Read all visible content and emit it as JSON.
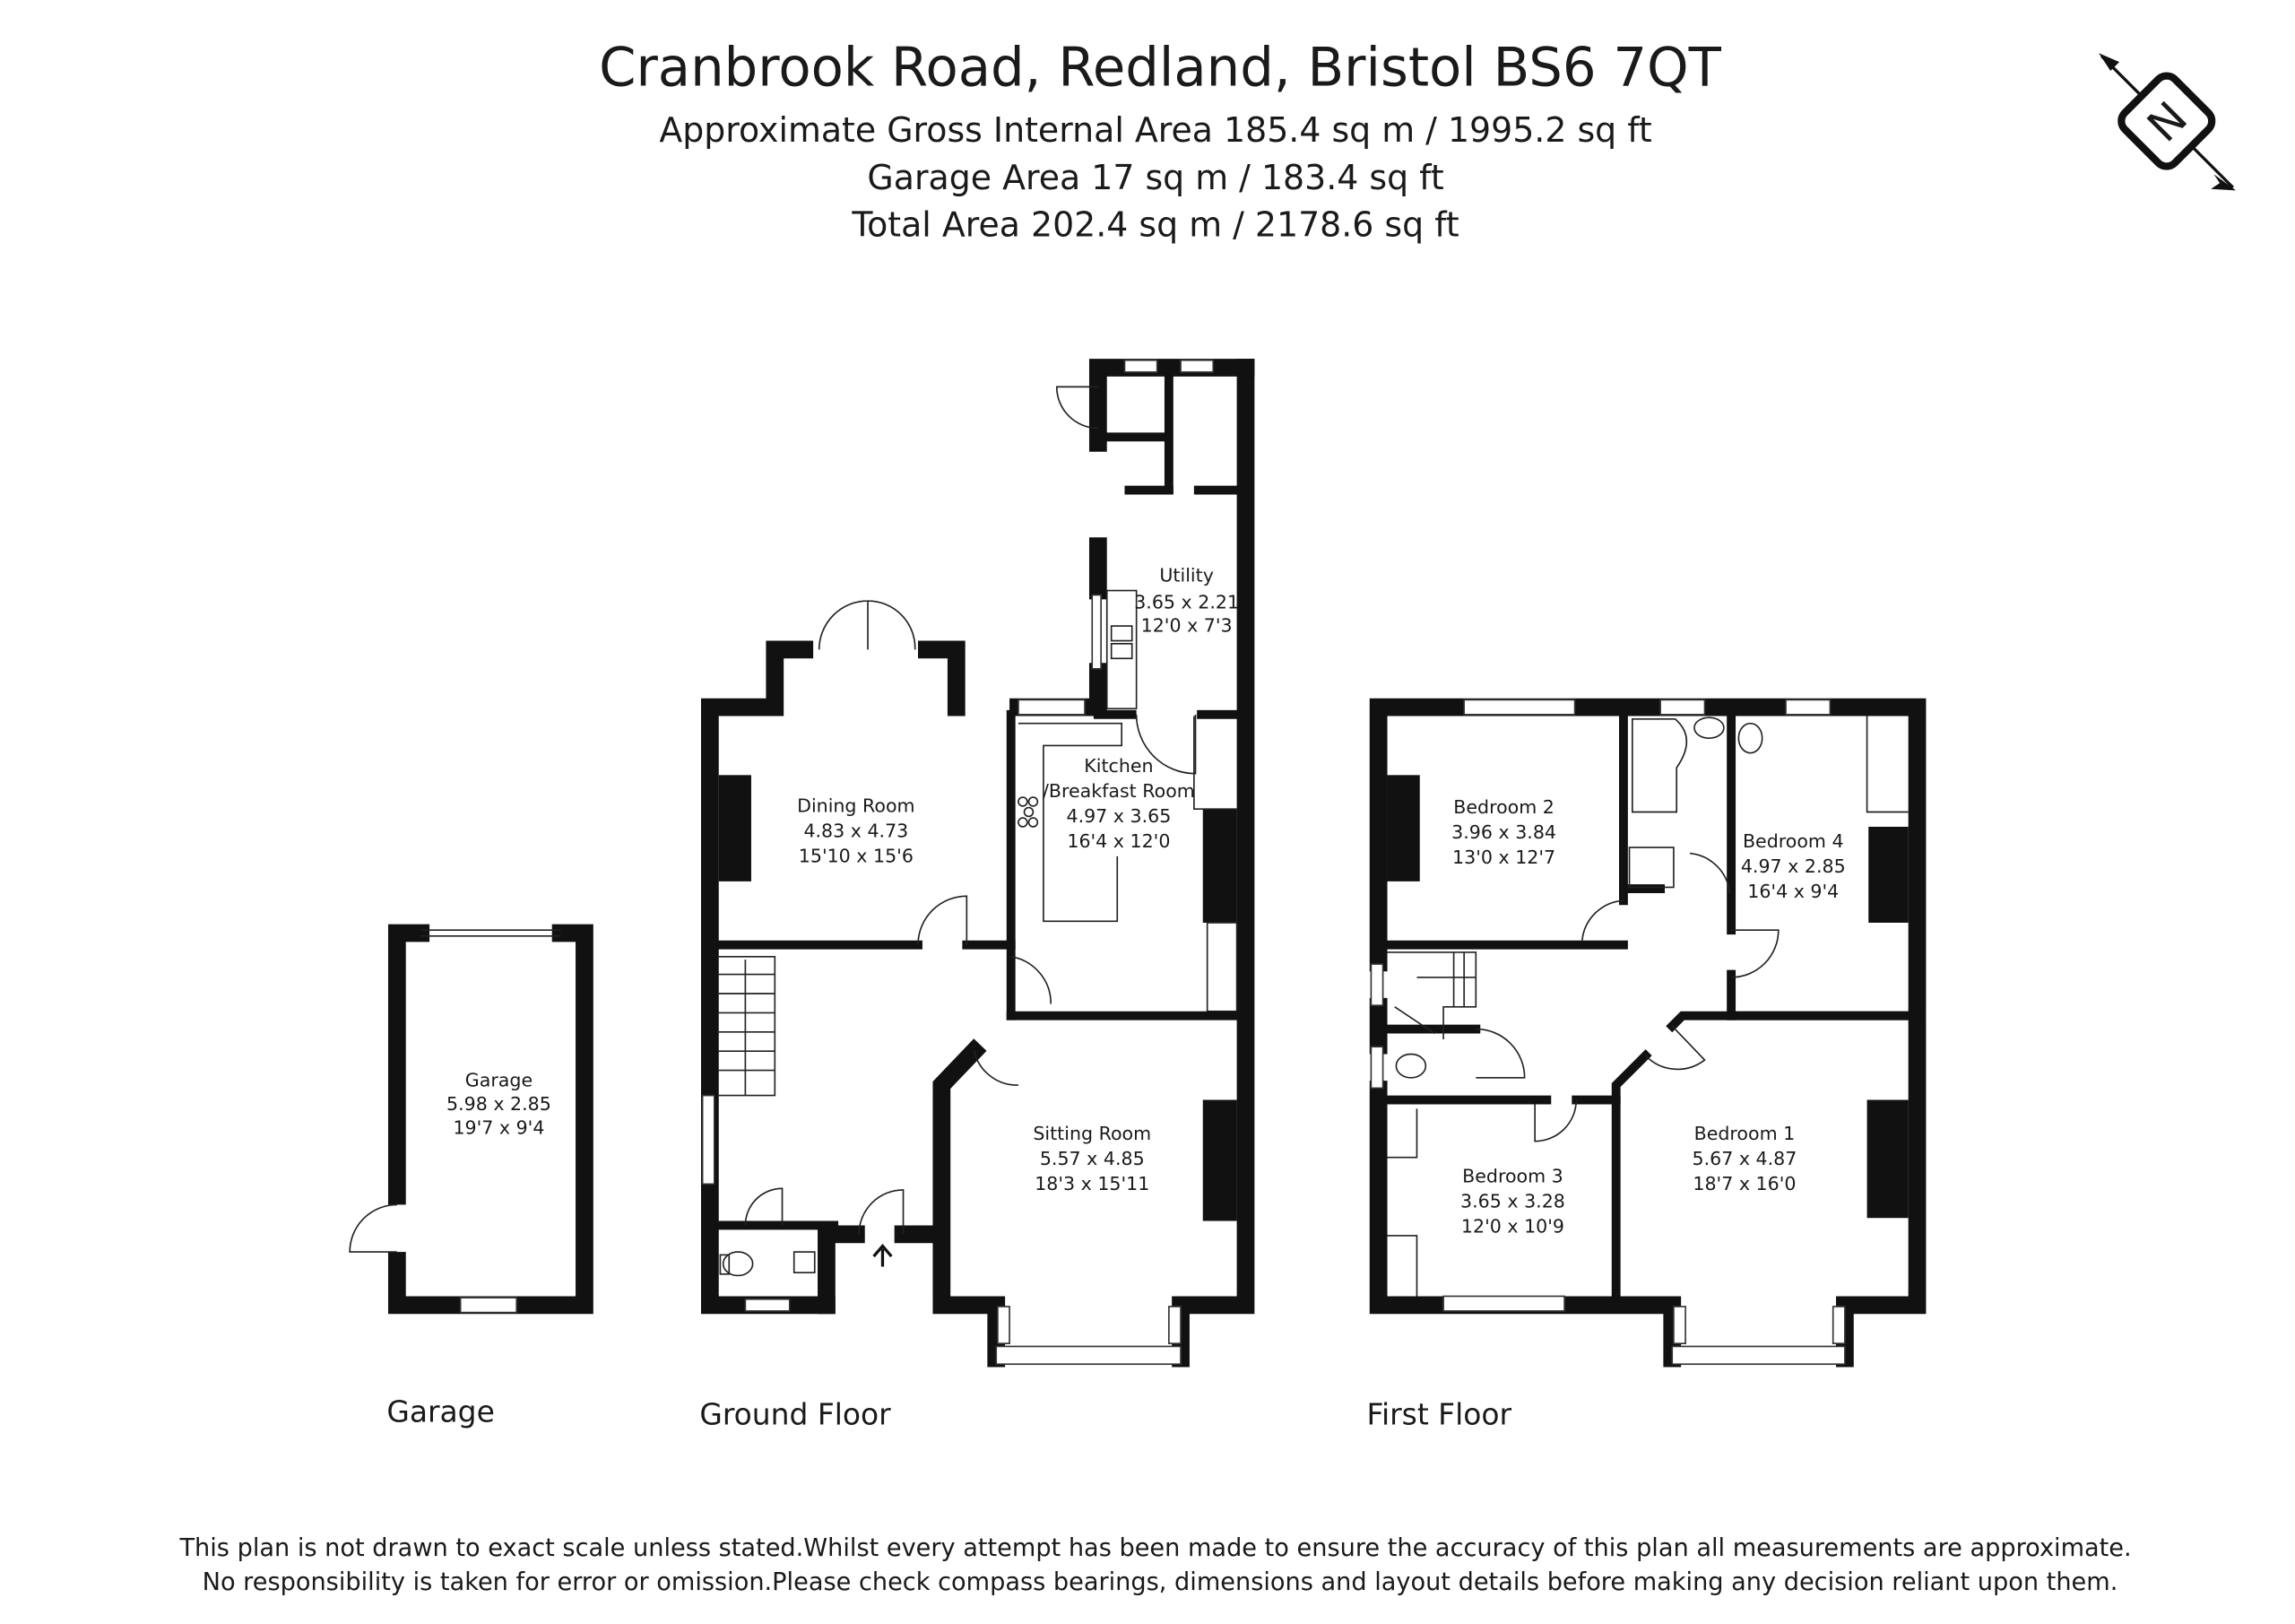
{
  "header": {
    "title": "Cranbrook Road, Redland, Bristol BS6 7QT",
    "gross_internal_area": "Approximate Gross Internal Area 185.4 sq m / 1995.2 sq ft",
    "garage_area": "Garage Area  17 sq m / 183.4 sq ft",
    "total_area": "Total Area 202.4 sq m / 2178.6 sq ft"
  },
  "compass": {
    "label": "N",
    "icon": "north-compass-icon"
  },
  "floors": {
    "garage": {
      "label": "Garage",
      "rooms": [
        {
          "name": "Garage",
          "metric": "5.98 x 2.85",
          "imperial": "19'7 x 9'4"
        }
      ]
    },
    "ground": {
      "label": "Ground Floor",
      "rooms": [
        {
          "name": "Utility",
          "metric": "3.65 x 2.21",
          "imperial": "12'0 x 7'3"
        },
        {
          "name": "Dining Room",
          "metric": "4.83 x 4.73",
          "imperial": "15'10 x 15'6"
        },
        {
          "name": "Kitchen",
          "name2": "/Breakfast Room",
          "metric": "4.97 x 3.65",
          "imperial": "16'4 x 12'0"
        },
        {
          "name": "Sitting Room",
          "metric": "5.57 x 4.85",
          "imperial": "18'3 x 15'11"
        }
      ]
    },
    "first": {
      "label": "First Floor",
      "rooms": [
        {
          "name": "Bedroom 2",
          "metric": "3.96 x 3.84",
          "imperial": "13'0 x 12'7"
        },
        {
          "name": "Bedroom 4",
          "metric": "4.97 x 2.85",
          "imperial": "16'4 x 9'4"
        },
        {
          "name": "Bedroom 3",
          "metric": "3.65 x 3.28",
          "imperial": "12'0 x 10'9"
        },
        {
          "name": "Bedroom 1",
          "metric": "5.67 x 4.87",
          "imperial": "18'7 x 16'0"
        }
      ]
    }
  },
  "disclaimer": {
    "line1": "This plan is not drawn to exact scale unless stated.Whilst every attempt has been made to ensure the accuracy of this plan all measurements are approximate.",
    "line2": "No responsibility is taken for error or omission.Please check compass bearings, dimensions and layout details before making any decision reliant upon them."
  }
}
